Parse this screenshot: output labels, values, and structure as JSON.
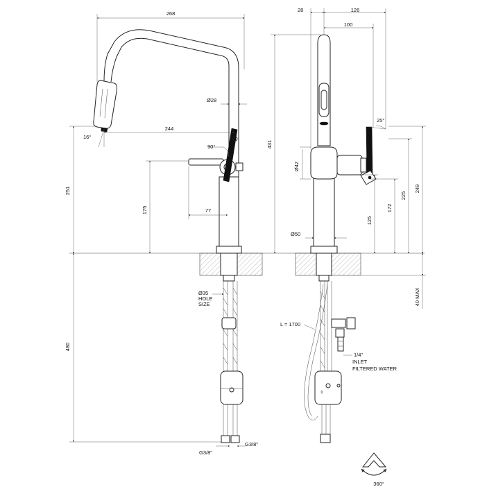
{
  "dimensions": {
    "side_overall_width": "268",
    "side_spout_diameter": "Ø28",
    "side_spout_reach": "244",
    "side_handle_angle": "90°",
    "side_spout_tilt": "16°",
    "side_height_spout": "251",
    "side_handle_height": "175",
    "side_handle_reach": "77",
    "side_below_deck": "480",
    "front_offset": "28",
    "front_width": "126",
    "front_reach": "100",
    "front_total_height": "431",
    "front_body_diameter": "Ø42",
    "front_base_diameter": "Ø50",
    "front_handle_rotation": "25°",
    "front_h_125": "125",
    "front_h_172": "172",
    "front_h_225": "225",
    "front_h_249": "249",
    "deck_thickness": "40 MAX"
  },
  "labels": {
    "hole_diameter": "Ø35",
    "hole_line1": "HOLE",
    "hole_line2": "SIZE",
    "hose_length": "L = 1700",
    "inlet_size": "1/4\"",
    "inlet_line1": "INLET",
    "inlet_line2": "FILTERED WATER",
    "connector_left": "G3/8\"",
    "connector_right": "G3/8\"",
    "rotation": "360°"
  }
}
